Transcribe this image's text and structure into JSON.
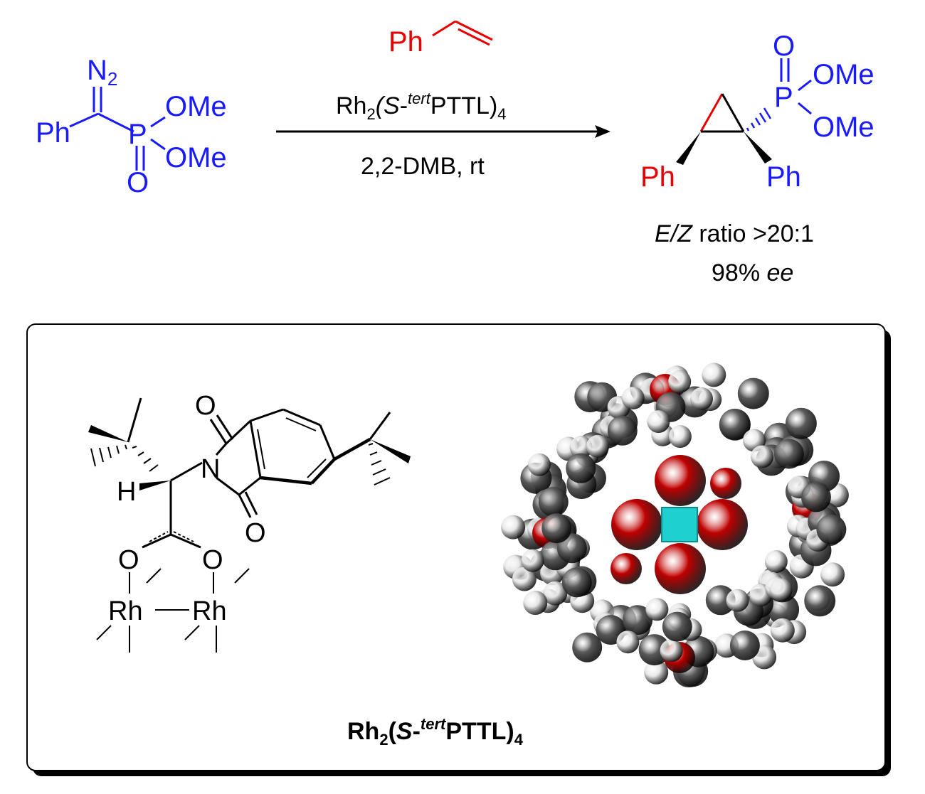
{
  "colors": {
    "reactant": "#1a1aff",
    "alkene": "#e60000",
    "text": "#000000",
    "rh_core": "#1fd0d0",
    "oxygen_atom": "#c00000",
    "carbon_atom": "#5a5a5a",
    "hydrogen_atom": "#e6e6e6"
  },
  "reactant": {
    "n2": "N",
    "n2_sub": "2",
    "ph": "Ph",
    "p": "P",
    "o": "O",
    "ome1": "OMe",
    "ome2": "OMe"
  },
  "arrow": {
    "alkene_ph": "Ph",
    "catalyst_main": "Rh",
    "catalyst_sub2": "2",
    "catalyst_paren_s": "(S-",
    "catalyst_sup": "tert",
    "catalyst_rest": "PTTL)",
    "catalyst_sub4": "4",
    "conditions": "2,2-DMB, rt"
  },
  "product": {
    "o": "O",
    "p": "P",
    "ome1": "OMe",
    "ome2": "OMe",
    "ph_red": "Ph",
    "ph_blue": "Ph",
    "ez_italic": "E/Z",
    "ez_rest": " ratio >20:1",
    "ee_num": "98% ",
    "ee_italic": "ee"
  },
  "catalyst_box": {
    "o_top": "O",
    "n": "N",
    "o_bottom": "O",
    "h": "H",
    "o_left": "O",
    "o_right": "O",
    "rh_left": "Rh",
    "rh_right": "Rh",
    "caption_main": "Rh",
    "caption_sub2": "2",
    "caption_paren_s": "(S-",
    "caption_sup": "tert",
    "caption_rest": "PTTL)",
    "caption_sub4": "4"
  }
}
